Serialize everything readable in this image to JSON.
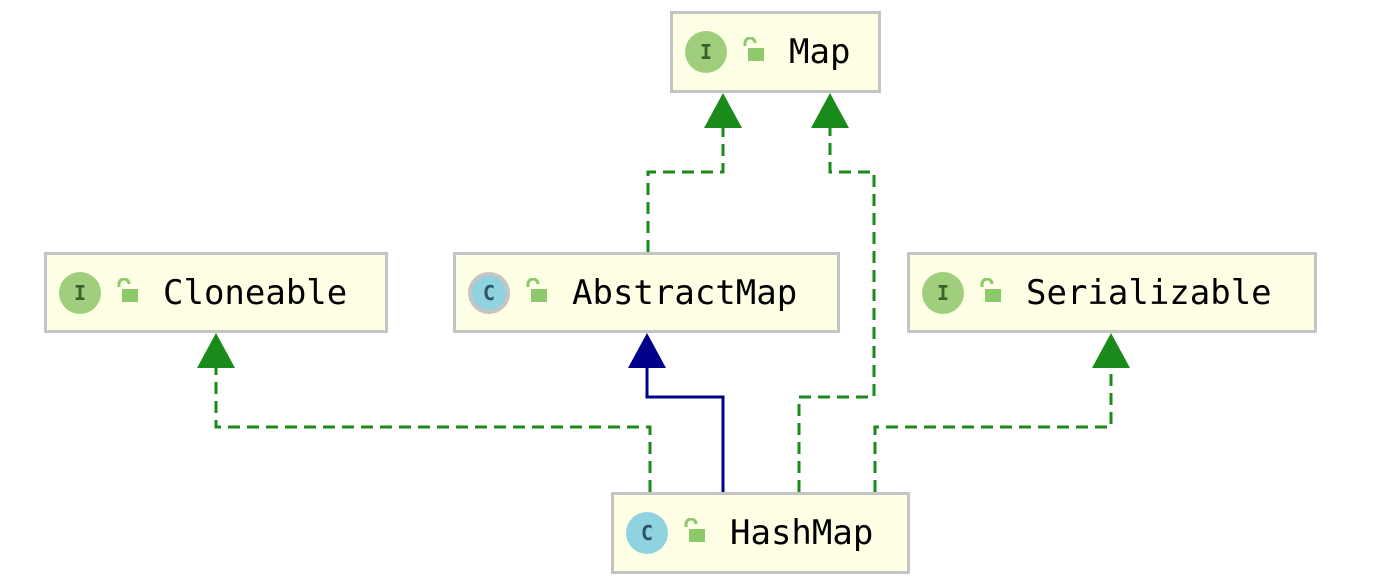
{
  "diagram": {
    "nodes": [
      {
        "id": "map",
        "name": "Map",
        "kind": "interface",
        "kind_letter": "I",
        "access": "public"
      },
      {
        "id": "cloneable",
        "name": "Cloneable",
        "kind": "interface",
        "kind_letter": "I",
        "access": "public"
      },
      {
        "id": "abstractmap",
        "name": "AbstractMap",
        "kind": "abstract-class",
        "kind_letter": "C",
        "access": "public"
      },
      {
        "id": "serializable",
        "name": "Serializable",
        "kind": "interface",
        "kind_letter": "I",
        "access": "public"
      },
      {
        "id": "hashmap",
        "name": "HashMap",
        "kind": "class",
        "kind_letter": "C",
        "access": "public"
      }
    ],
    "edges": [
      {
        "from": "abstractmap",
        "to": "map",
        "relation": "implements"
      },
      {
        "from": "hashmap",
        "to": "map",
        "relation": "implements"
      },
      {
        "from": "hashmap",
        "to": "cloneable",
        "relation": "implements"
      },
      {
        "from": "hashmap",
        "to": "abstractmap",
        "relation": "extends"
      },
      {
        "from": "hashmap",
        "to": "serializable",
        "relation": "implements"
      }
    ],
    "colors": {
      "implements_edge": "#1a8a1a",
      "extends_edge": "#00008b",
      "node_fill": "#ffffe6",
      "node_border": "#c4c4c4",
      "interface_icon": "#9fcf7d",
      "class_icon": "#8fd3e0",
      "lock_icon": "#8cc96a"
    }
  }
}
